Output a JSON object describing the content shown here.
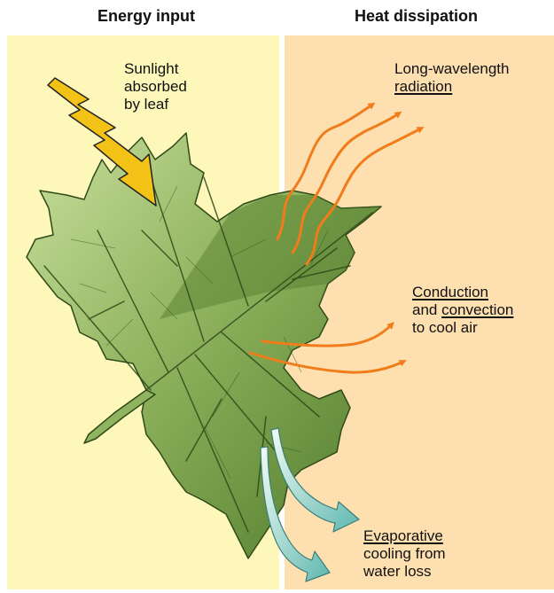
{
  "headers": {
    "left": "Energy input",
    "right": "Heat dissipation"
  },
  "labels": {
    "sunlight": [
      "Sunlight",
      "absorbed",
      "by leaf"
    ],
    "radiation": {
      "line1": "Long-wavelength",
      "line2": "radiation"
    },
    "conduction": {
      "line1": "Conduction",
      "line2a": "and ",
      "line2b": "convection",
      "line3": "to cool air"
    },
    "evaporative": [
      "Evaporative",
      "cooling from",
      "water loss"
    ]
  },
  "colors": {
    "left_panel": "#fdf7b9",
    "right_panel": "#fddfb0",
    "leaf_light": "#b9d58c",
    "leaf_dark": "#4f7a2a",
    "sun_arrow": "#f2c316",
    "heat_arrow": "#f07c1a",
    "water_arrow": "#9fd6cf"
  }
}
